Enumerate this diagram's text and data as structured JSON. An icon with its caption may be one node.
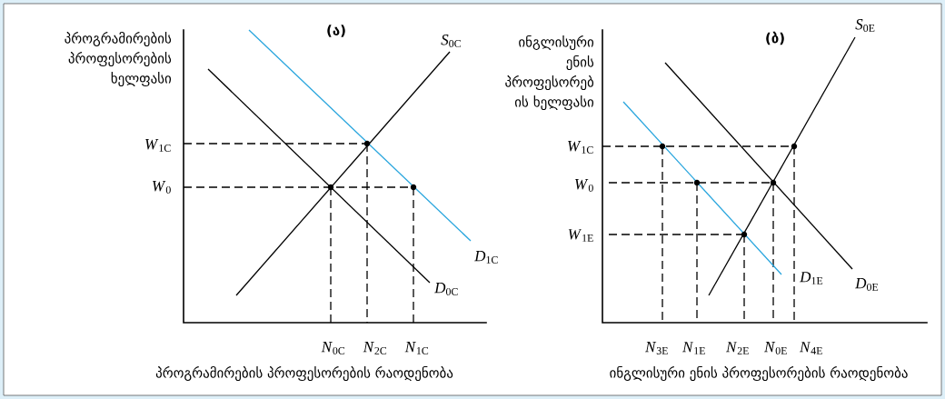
{
  "diagram": {
    "labels": [
      "პროგრამირების პროფესორების ხელფასი",
      "(ა)",
      "*S*$_{0C}$",
      "*W*$_{1C}$",
      "*W*$_{0}$",
      "*D*$_{1C}$",
      "*D*$_{0C}$",
      "*N*$_{0C}$",
      "*N*$_{2C}$",
      "*N*$_{1C}$",
      "პროგრამირების პროფესორების რაოდენობა",
      "ინგლისური ენის პროფესორებ ის ხელფასი",
      "(ბ)",
      "*S*$_{0E}$",
      "*W*$_{1C}$",
      "*W*$_{0}$",
      "*W*$_{1E}$",
      "*D*$_{1E}$",
      "*D*$_{0E}$",
      "*N*$_{3E}$",
      "*N*$_{1E}$",
      "*N*$_{2E}$",
      "*N*$_{0E}$",
      "*N*$_{4E}$",
      "ინგლისური ენის პროფესორების რაოდენობა"
    ]
  }
}
